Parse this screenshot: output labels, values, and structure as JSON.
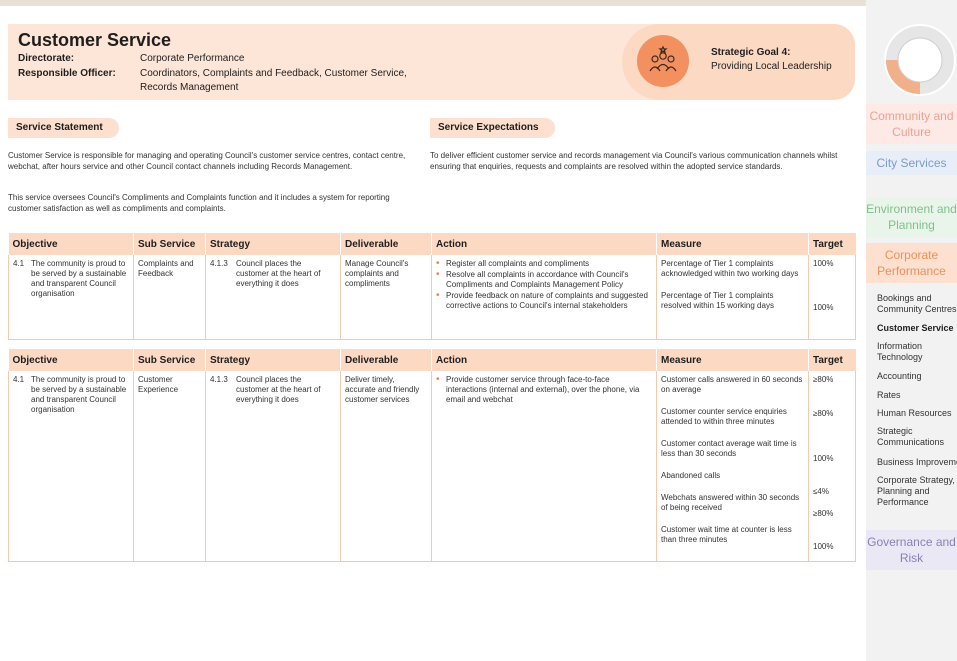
{
  "header": {
    "title": "Customer Service",
    "directorate_label": "Directorate:",
    "directorate_value": "Corporate Performance",
    "officer_label": "Responsible Officer:",
    "officer_value": "Coordinators, Complaints and Feedback, Customer Service, Records Management",
    "goal_title": "Strategic Goal 4:",
    "goal_text": "Providing Local Leadership",
    "goal_icon": "people-stars-icon"
  },
  "service_statement": {
    "label": "Service Statement",
    "para1": "Customer Service is responsible for managing and operating Council's customer service centres, contact centre, webchat, after hours service and other Council contact channels including Records Management.",
    "para2": "This service oversees Council's Compliments and Complaints function and it includes a system for reporting customer satisfaction as well as compliments and complaints."
  },
  "service_expectations": {
    "label": "Service Expectations",
    "para": "To deliver efficient customer service and records management via Council's various communication channels whilst ensuring that enquiries, requests and complaints are resolved within the adopted service standards."
  },
  "table_headers": [
    "Objective",
    "Sub Service",
    "Strategy",
    "Deliverable",
    "Action",
    "Measure",
    "Target"
  ],
  "table1": {
    "obj_num": "4.1",
    "obj_text": "The community is proud to be served by a sustainable and transparent Council organisation",
    "sub_service": "Complaints and Feedback",
    "strat_num": "4.1.3",
    "strat_text": "Council places the customer at the heart of everything it does",
    "deliverable": "Manage Council's complaints and compliments",
    "actions": [
      "Register all complaints and compliments",
      "Resolve all complaints in accordance with Council's Compliments and Complaints Management Policy",
      "Provide feedback on nature of complaints and suggested corrective actions to Council's internal stakeholders"
    ],
    "measures": [
      "Percentage of Tier 1 complaints acknowledged within two working days",
      "Percentage of Tier 1 complaints resolved within 15 working days"
    ],
    "targets": [
      "100%",
      "100%"
    ]
  },
  "table2": {
    "obj_num": "4.1",
    "obj_text": "The community is proud to be served by a sustainable and transparent Council organisation",
    "sub_service": "Customer Experience",
    "strat_num": "4.1.3",
    "strat_text": "Council places the customer at the heart of everything it does",
    "deliverable": "Deliver timely, accurate and friendly customer services",
    "actions": [
      "Provide customer service through face-to-face interactions (internal and external), over the phone, via email and webchat"
    ],
    "measures": [
      "Customer calls answered in 60 seconds on average",
      "Customer counter service enquiries attended to within three minutes",
      "Customer contact average wait time is less than 30 seconds",
      "Abandoned calls",
      "Webchats answered within 30 seconds of being received",
      "Customer wait time at counter is less than three minutes"
    ],
    "targets": [
      "≥80%",
      "≥80%",
      "100%",
      "≤4%",
      "≥80%",
      "100%"
    ]
  },
  "sidebar": {
    "tabs": [
      {
        "label": "Community and Culture",
        "color": "#f0a090",
        "bg": "#fdeae6"
      },
      {
        "label": "City Services",
        "color": "#7a9ad0",
        "bg": "#e8eef8"
      },
      {
        "label": "Environment and Planning",
        "color": "#7fc08a",
        "bg": "#e9f5eb"
      },
      {
        "label": "Corporate Performance",
        "color": "#f0905a",
        "bg": "#fde0cf"
      },
      {
        "label": "Governance and Risk",
        "color": "#8a7fb8",
        "bg": "#ebe8f5"
      }
    ],
    "links": [
      "Bookings and Community Centres",
      "Customer Service",
      "Information Technology",
      "Accounting",
      "Rates",
      "Human Resources",
      "Strategic Communications",
      "Business Improvement",
      "Corporate Strategy, Planning and Performance"
    ],
    "active_link": "Customer Service"
  }
}
